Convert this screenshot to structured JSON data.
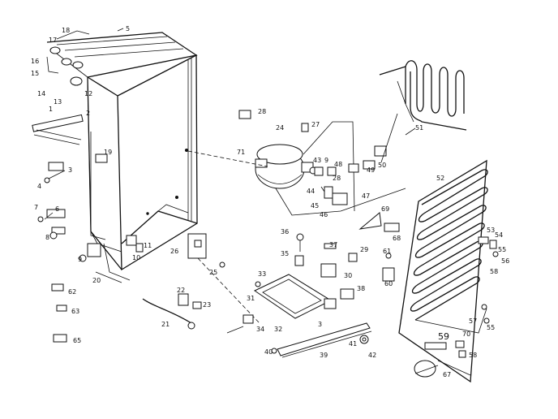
{
  "diagram": {
    "callouts": [
      {
        "id": "c5",
        "text": "5"
      },
      {
        "id": "c18",
        "text": "18"
      },
      {
        "id": "c17",
        "text": "17"
      },
      {
        "id": "c16",
        "text": "16"
      },
      {
        "id": "c15",
        "text": "15"
      },
      {
        "id": "c14",
        "text": "14"
      },
      {
        "id": "c13",
        "text": "13"
      },
      {
        "id": "c12",
        "text": "12"
      },
      {
        "id": "c1",
        "text": "1"
      },
      {
        "id": "c2",
        "text": "2"
      },
      {
        "id": "c19",
        "text": "19"
      },
      {
        "id": "c3",
        "text": "3"
      },
      {
        "id": "c4",
        "text": "4"
      },
      {
        "id": "c7",
        "text": "7"
      },
      {
        "id": "c6",
        "text": "6"
      },
      {
        "id": "c8",
        "text": "8"
      },
      {
        "id": "c9",
        "text": "9"
      },
      {
        "id": "c20",
        "text": "20"
      },
      {
        "id": "c10",
        "text": "10"
      },
      {
        "id": "c11",
        "text": "11"
      },
      {
        "id": "c62",
        "text": "62"
      },
      {
        "id": "c63",
        "text": "63"
      },
      {
        "id": "c65",
        "text": "65"
      },
      {
        "id": "c22",
        "text": "22"
      },
      {
        "id": "c23",
        "text": "23"
      },
      {
        "id": "c21",
        "text": "21"
      },
      {
        "id": "c26",
        "text": "26"
      },
      {
        "id": "c25",
        "text": "25"
      },
      {
        "id": "c28",
        "text": "28"
      },
      {
        "id": "c24",
        "text": "24"
      },
      {
        "id": "c27",
        "text": "27"
      },
      {
        "id": "c71",
        "text": "71"
      },
      {
        "id": "c43",
        "text": "43"
      },
      {
        "id": "c9b",
        "text": "9"
      },
      {
        "id": "c48",
        "text": "48"
      },
      {
        "id": "c28b",
        "text": "28"
      },
      {
        "id": "c49",
        "text": "49"
      },
      {
        "id": "c50",
        "text": "50"
      },
      {
        "id": "c44",
        "text": "44"
      },
      {
        "id": "c45",
        "text": "45"
      },
      {
        "id": "c46",
        "text": "46"
      },
      {
        "id": "c47",
        "text": "47"
      },
      {
        "id": "c51",
        "text": "51"
      },
      {
        "id": "c52",
        "text": "52"
      },
      {
        "id": "c69",
        "text": "69"
      },
      {
        "id": "c68",
        "text": "68"
      },
      {
        "id": "c53",
        "text": "53"
      },
      {
        "id": "c54",
        "text": "54"
      },
      {
        "id": "c55",
        "text": "55"
      },
      {
        "id": "c56",
        "text": "56"
      },
      {
        "id": "c36",
        "text": "36"
      },
      {
        "id": "c37",
        "text": "37"
      },
      {
        "id": "c35",
        "text": "35"
      },
      {
        "id": "c29",
        "text": "29"
      },
      {
        "id": "c30",
        "text": "30"
      },
      {
        "id": "c33",
        "text": "33"
      },
      {
        "id": "c38",
        "text": "38"
      },
      {
        "id": "c31",
        "text": "31"
      },
      {
        "id": "c34",
        "text": "34"
      },
      {
        "id": "c32",
        "text": "32"
      },
      {
        "id": "c3b",
        "text": "3"
      },
      {
        "id": "c40",
        "text": "40"
      },
      {
        "id": "c39",
        "text": "39"
      },
      {
        "id": "c41",
        "text": "41"
      },
      {
        "id": "c42",
        "text": "42"
      },
      {
        "id": "c61",
        "text": "61"
      },
      {
        "id": "c60",
        "text": "60"
      },
      {
        "id": "c58",
        "text": "58"
      },
      {
        "id": "c57",
        "text": "57"
      },
      {
        "id": "c55b",
        "text": "55"
      },
      {
        "id": "c59",
        "text": "59"
      },
      {
        "id": "c70",
        "text": "70"
      },
      {
        "id": "c58b",
        "text": "58"
      },
      {
        "id": "c67",
        "text": "67"
      }
    ]
  }
}
